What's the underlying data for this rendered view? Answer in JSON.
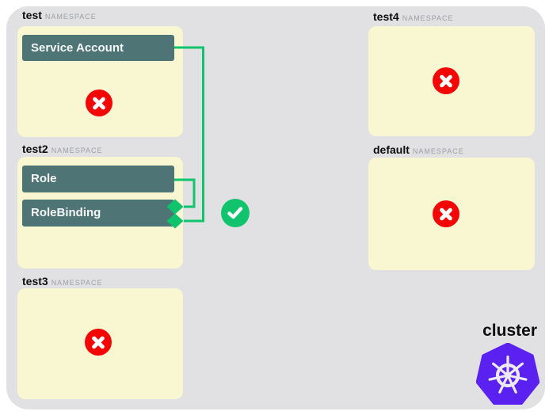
{
  "diagram": {
    "cluster_label": "cluster"
  },
  "namespaces": [
    {
      "name": "test",
      "tag": "NAMESPACE",
      "resources": [
        {
          "label": "Service Account"
        }
      ],
      "status": "error"
    },
    {
      "name": "test2",
      "tag": "NAMESPACE",
      "resources": [
        {
          "label": "Role"
        },
        {
          "label": "RoleBinding"
        }
      ],
      "status": "success"
    },
    {
      "name": "test3",
      "tag": "NAMESPACE",
      "resources": [],
      "status": "error"
    },
    {
      "name": "test4",
      "tag": "NAMESPACE",
      "resources": [],
      "status": "error"
    },
    {
      "name": "default",
      "tag": "NAMESPACE",
      "resources": [],
      "status": "error"
    }
  ],
  "connections": [
    {
      "from": "Service Account",
      "from_namespace": "test",
      "to": "RoleBinding",
      "to_namespace": "test2"
    },
    {
      "from": "Role",
      "from_namespace": "test2",
      "to": "RoleBinding",
      "to_namespace": "test2"
    }
  ],
  "icons": {
    "error": "error-x-icon",
    "success": "success-check-icon",
    "cluster_logo": "kubernetes-logo"
  },
  "colors": {
    "canvas_background": "#ffffff",
    "cluster_background": "#e1e0e3",
    "namespace_panel_yellow": "#f8f7d2",
    "resource_bar_teal": "#4f7476",
    "connection_green": "#0fc46d",
    "error_red": "#f40606",
    "kubernetes_purple": "#5b21f0"
  }
}
